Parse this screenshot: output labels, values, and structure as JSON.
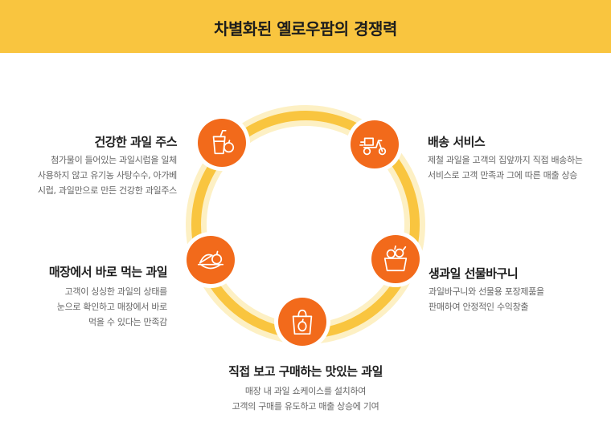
{
  "header": {
    "title": "차별화된 옐로우팜의 경쟁력"
  },
  "colors": {
    "banner": "#f9c53f",
    "node": "#f26a1b",
    "ring_outer": "#fde9a6",
    "ring_inner": "#f9c53f"
  },
  "features": {
    "juice": {
      "title": "건강한 과일 주스",
      "desc": "첨가물이 들어있는 과일시럽을 일체\n사용하지 않고 유기농 사탕수수, 아가베\n시럽, 과일만으로 만든 건강한 과일주스",
      "icon": "juice-icon"
    },
    "delivery": {
      "title": "배송 서비스",
      "desc": "제철 과일을 고객의 집앞까지 직접 배송하는\n서비스로 고객 만족과 그에 따른 매출 상승",
      "icon": "delivery-scooter-icon"
    },
    "basket": {
      "title": "생과일 선물바구니",
      "desc": "과일바구니와 선물용 포장제품을\n판매하여 안정적인 수익창출",
      "icon": "fruit-basket-icon"
    },
    "store": {
      "title": "매장에서 바로 먹는 과일",
      "desc": "고객이 싱싱한 과일의 상태를\n눈으로 확인하고 매장에서 바로\n먹을 수 있다는 만족감",
      "icon": "fruit-plate-icon"
    },
    "shopping": {
      "title": "직접 보고 구매하는 맛있는 과일",
      "desc": "매장 내 과일 쇼케이스를 설치하여\n고객의 구매를 유도하고 매출 상승에 기여",
      "icon": "shopping-bag-icon"
    }
  }
}
